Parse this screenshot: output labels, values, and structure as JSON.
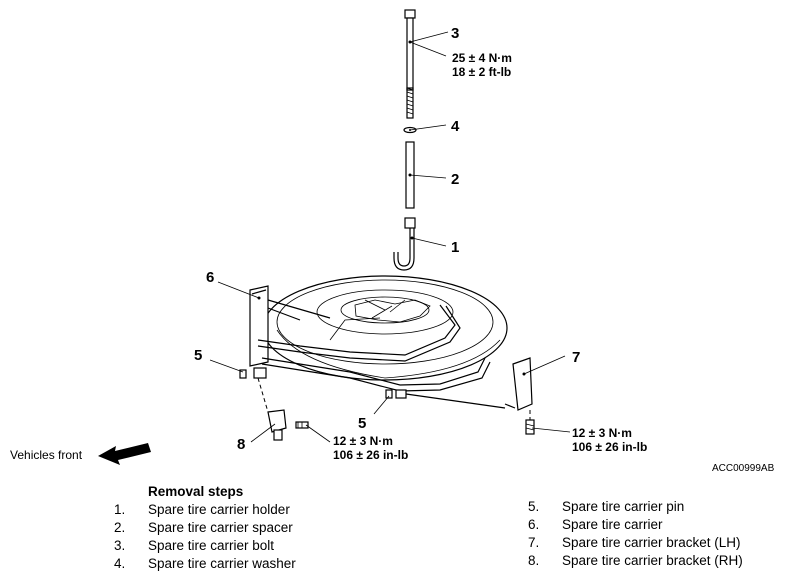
{
  "callouts": {
    "c1": "1",
    "c2": "2",
    "c3": "3",
    "c4": "4",
    "c5a": "5",
    "c5b": "5",
    "c6": "6",
    "c7": "7",
    "c8": "8"
  },
  "torque": {
    "bolt_nm": "25 ± 4 N·m",
    "bolt_ftlb": "18 ± 2 ft-lb",
    "left_nm": "12 ± 3 N·m",
    "left_inlb": "106 ± 26 in-lb",
    "right_nm": "12 ± 3 N·m",
    "right_inlb": "106 ± 26 in-lb"
  },
  "direction_label": "Vehicles front",
  "figure_code": "ACC00999AB",
  "removal_steps": {
    "title": "Removal steps",
    "items": [
      {
        "num": "1.",
        "label": "Spare tire carrier holder"
      },
      {
        "num": "2.",
        "label": "Spare tire carrier spacer"
      },
      {
        "num": "3.",
        "label": "Spare tire carrier bolt"
      },
      {
        "num": "4.",
        "label": "Spare tire carrier washer"
      },
      {
        "num": "5.",
        "label": "Spare tire carrier pin"
      },
      {
        "num": "6.",
        "label": "Spare tire carrier"
      },
      {
        "num": "7.",
        "label": "Spare tire carrier bracket (LH)"
      },
      {
        "num": "8.",
        "label": "Spare tire carrier bracket (RH)"
      }
    ]
  }
}
